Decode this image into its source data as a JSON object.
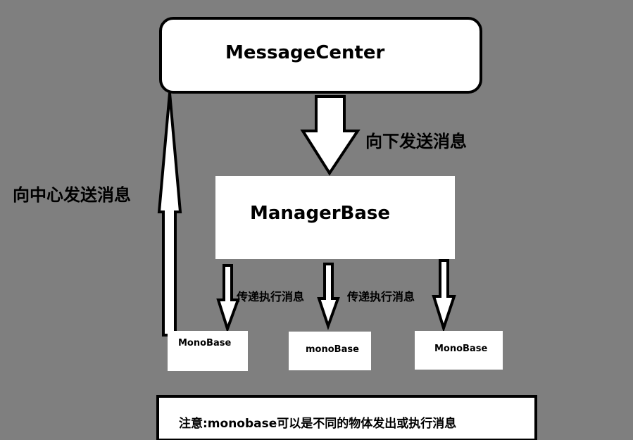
{
  "diagram": {
    "message_center": "MessageCenter",
    "manager_base": "ManagerBase",
    "arrow_down_label": "向下发送消息",
    "arrow_up_label": "向中心发送消息",
    "pass_label_1": "传递执行消息",
    "pass_label_2": "传递执行消息",
    "mono_1": "MonoBase",
    "mono_2": "monoBase",
    "mono_3": "MonoBase",
    "note": "注意:monobase可以是不同的物体发出或执行消息"
  },
  "colors": {
    "background": "#7f7f7f",
    "box_fill": "#ffffff",
    "stroke": "#000000"
  }
}
